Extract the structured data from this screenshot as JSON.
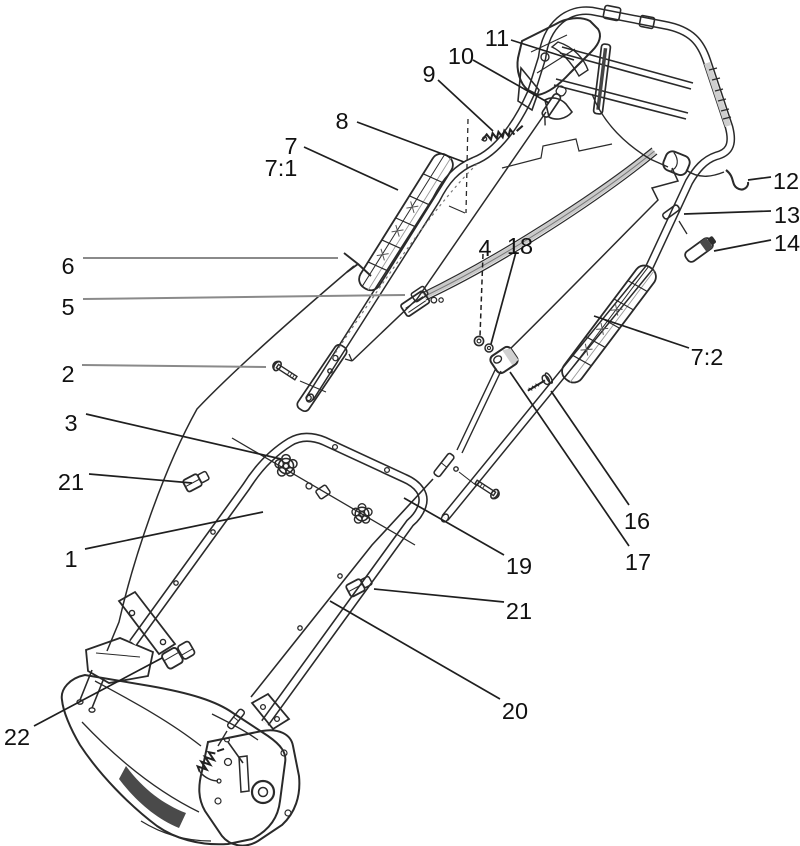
{
  "diagram": {
    "type": "exploded-parts-diagram",
    "subject": "lawn-mower-handle-assembly",
    "colors": {
      "background": "#ffffff",
      "line": "#1f1f1f",
      "leader_gray": "#8a8a8a",
      "shade_light": "#d9d9d9",
      "shade_dark": "#4a4a4a"
    },
    "callouts": [
      {
        "id": "1",
        "label": "1"
      },
      {
        "id": "2",
        "label": "2"
      },
      {
        "id": "3",
        "label": "3"
      },
      {
        "id": "4",
        "label": "4"
      },
      {
        "id": "5",
        "label": "5"
      },
      {
        "id": "6",
        "label": "6"
      },
      {
        "id": "7",
        "label": "7"
      },
      {
        "id": "7-1",
        "label": "7:1"
      },
      {
        "id": "7-2",
        "label": "7:2"
      },
      {
        "id": "8",
        "label": "8"
      },
      {
        "id": "9",
        "label": "9"
      },
      {
        "id": "10",
        "label": "10"
      },
      {
        "id": "11",
        "label": "11"
      },
      {
        "id": "12",
        "label": "12"
      },
      {
        "id": "13",
        "label": "13"
      },
      {
        "id": "14",
        "label": "14"
      },
      {
        "id": "16",
        "label": "16"
      },
      {
        "id": "17",
        "label": "17"
      },
      {
        "id": "18",
        "label": "18"
      },
      {
        "id": "19",
        "label": "19"
      },
      {
        "id": "20",
        "label": "20"
      },
      {
        "id": "21a",
        "label": "21"
      },
      {
        "id": "21b",
        "label": "21"
      },
      {
        "id": "22",
        "label": "22"
      }
    ]
  }
}
